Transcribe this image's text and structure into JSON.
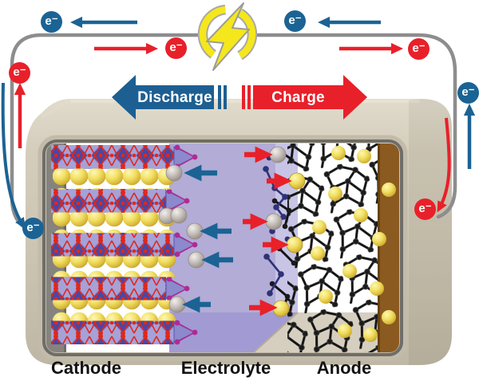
{
  "figure": {
    "electrodes": {
      "cathode": "Cathode",
      "electrolyte": "Electrolyte",
      "anode": "Anode"
    },
    "processes": {
      "discharge": "Discharge",
      "charge": "Charge"
    },
    "electron_symbol": "e⁻",
    "colors": {
      "discharge_blue": "#1b6394",
      "charge_red": "#e8202a",
      "lightning_yellow": "#f5e71c",
      "wire_gray": "#8d8d8d",
      "electrolyte_lavender": "#b2acd6",
      "cathode_blue": "#4a47a3",
      "oxygen_red": "#e32619",
      "ion_gold": "#eed84e",
      "ion_gray": "#b3aaa6",
      "carbon_black": "#141414",
      "anode_collector_brown": "#8a5a21",
      "case_beige": "#cdc5b3"
    }
  }
}
